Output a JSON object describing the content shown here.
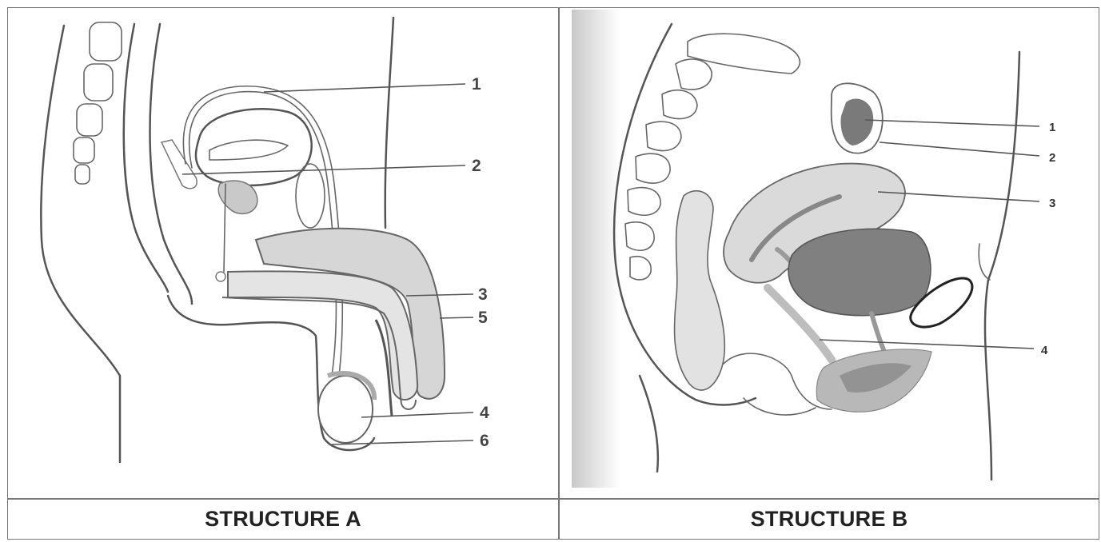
{
  "panels": [
    {
      "caption": "STRUCTURE A",
      "labels": [
        "1",
        "2",
        "3",
        "5",
        "4",
        "6"
      ]
    },
    {
      "caption": "STRUCTURE B",
      "labels": [
        "1",
        "2",
        "3",
        "4"
      ]
    }
  ],
  "colors": {
    "tissue_gray": "#d4d4d4",
    "dark_organ": "#7e7e7e",
    "outline": "#555555"
  }
}
